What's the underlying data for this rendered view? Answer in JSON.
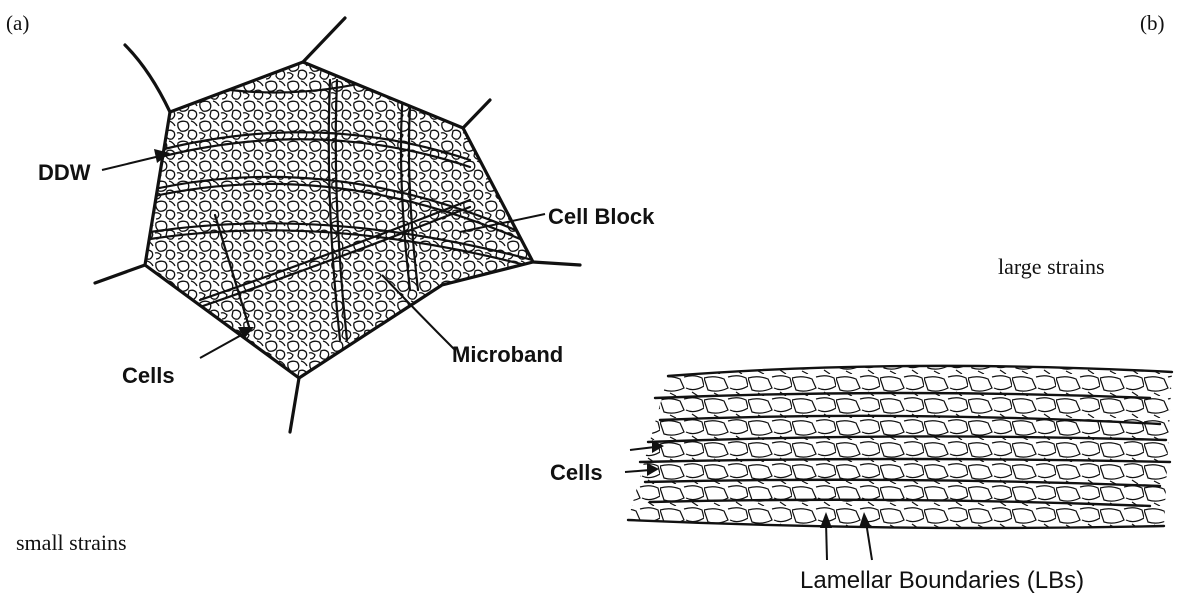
{
  "panel_a": {
    "panel_label": "(a)",
    "caption": "small strains",
    "labels": {
      "ddw": "DDW",
      "cell_block": "Cell Block",
      "cells": "Cells",
      "microband": "Microband"
    }
  },
  "panel_b": {
    "panel_label": "(b)",
    "caption": "large strains",
    "labels": {
      "cells": "Cells",
      "lamellar_boundaries": "Lamellar Boundaries (LBs)"
    }
  }
}
